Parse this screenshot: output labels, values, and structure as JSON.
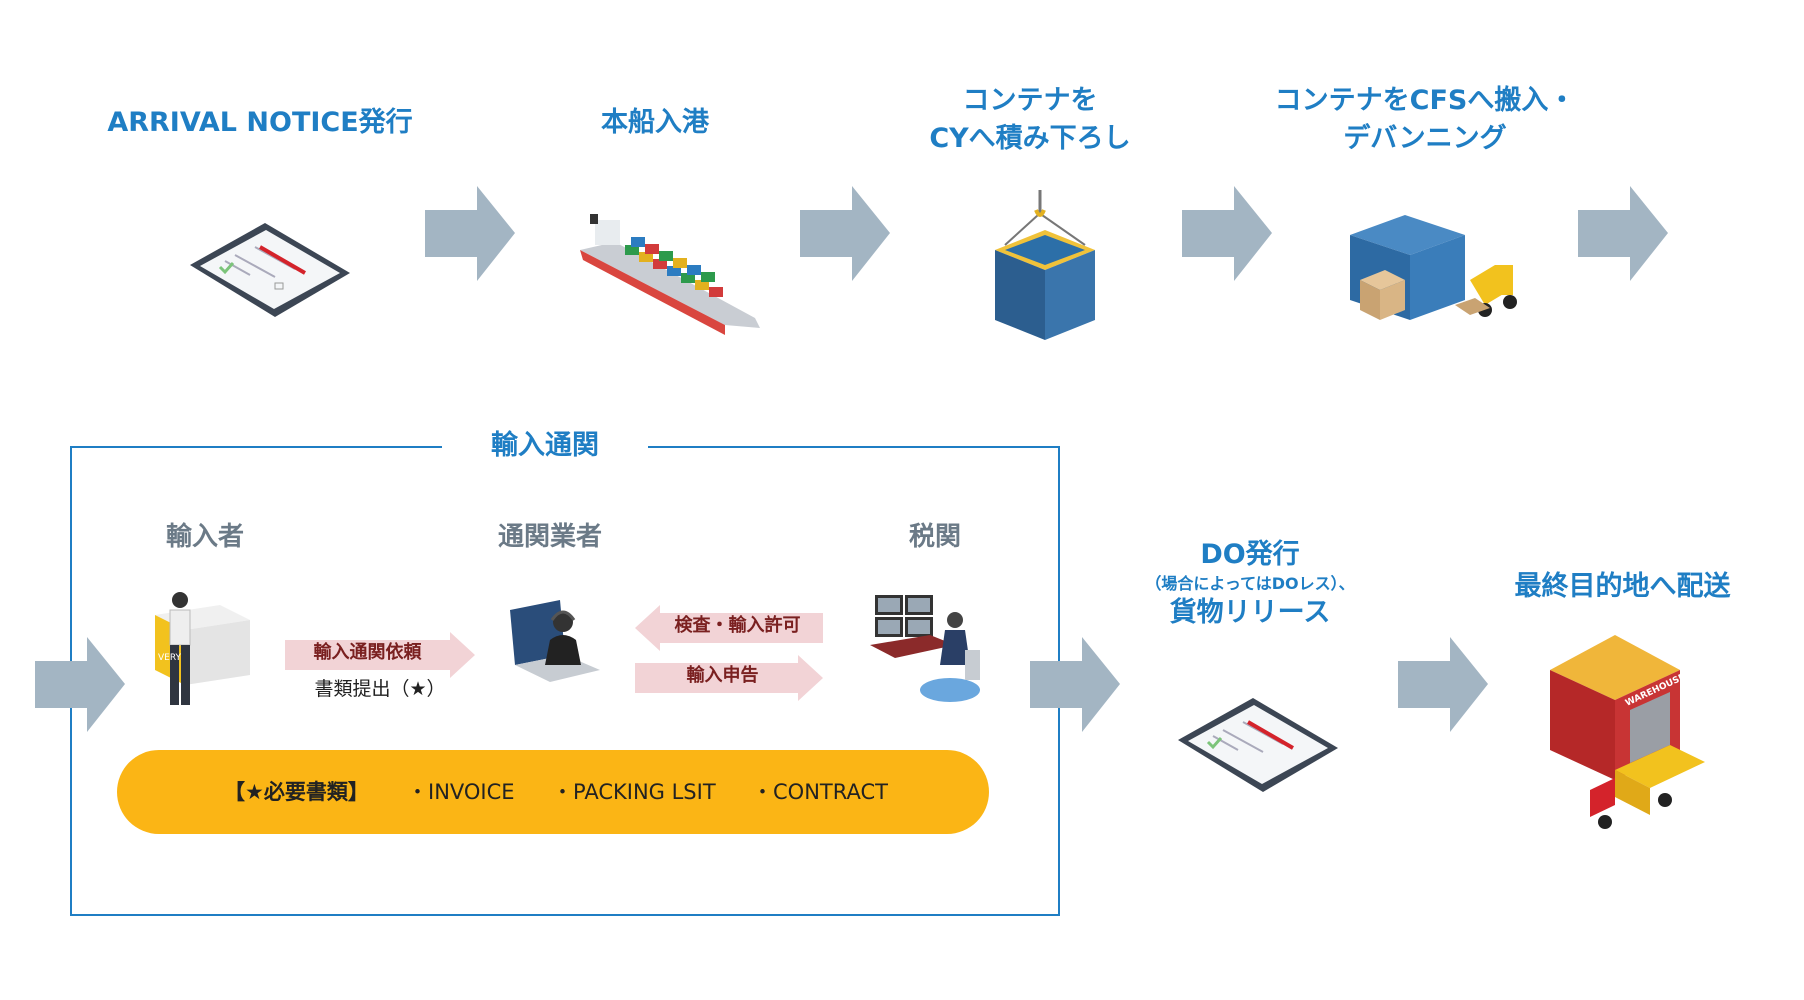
{
  "steps": {
    "arrival": "ARRIVAL NOTICE発行",
    "port": "本船入港",
    "cy_line1": "コンテナを",
    "cy_line2": "CYへ積み下ろし",
    "cfs_line1": "コンテナをCFSへ搬入・",
    "cfs_line2": "デバンニング",
    "do_line1": "DO発行",
    "do_line2": "（場合によってはDOレス）、",
    "do_line3": "貨物リリース",
    "final": "最終目的地へ配送"
  },
  "customs": {
    "title": "輸入通関",
    "importer": "輸入者",
    "broker": "通関業者",
    "customs_office": "税関",
    "request": "輸入通関依頼",
    "submit_docs": "書類提出（★）",
    "inspection": "検査・輸入許可",
    "declaration": "輸入申告"
  },
  "documents": {
    "heading": "【★必要書類】",
    "items": [
      "・INVOICE",
      "・PACKING LSIT",
      "・CONTRACT"
    ]
  },
  "illustration_texts": {
    "warehouse_sign": "WAREHOUSE",
    "delivery_sign": "VERY"
  },
  "colors": {
    "title_blue": "#1f7ec4",
    "arrow_gray": "#a3b5c3",
    "role_gray": "#6b7a87",
    "doc_yellow": "#fbb515",
    "pink_arrow": "#f2d3d6"
  }
}
